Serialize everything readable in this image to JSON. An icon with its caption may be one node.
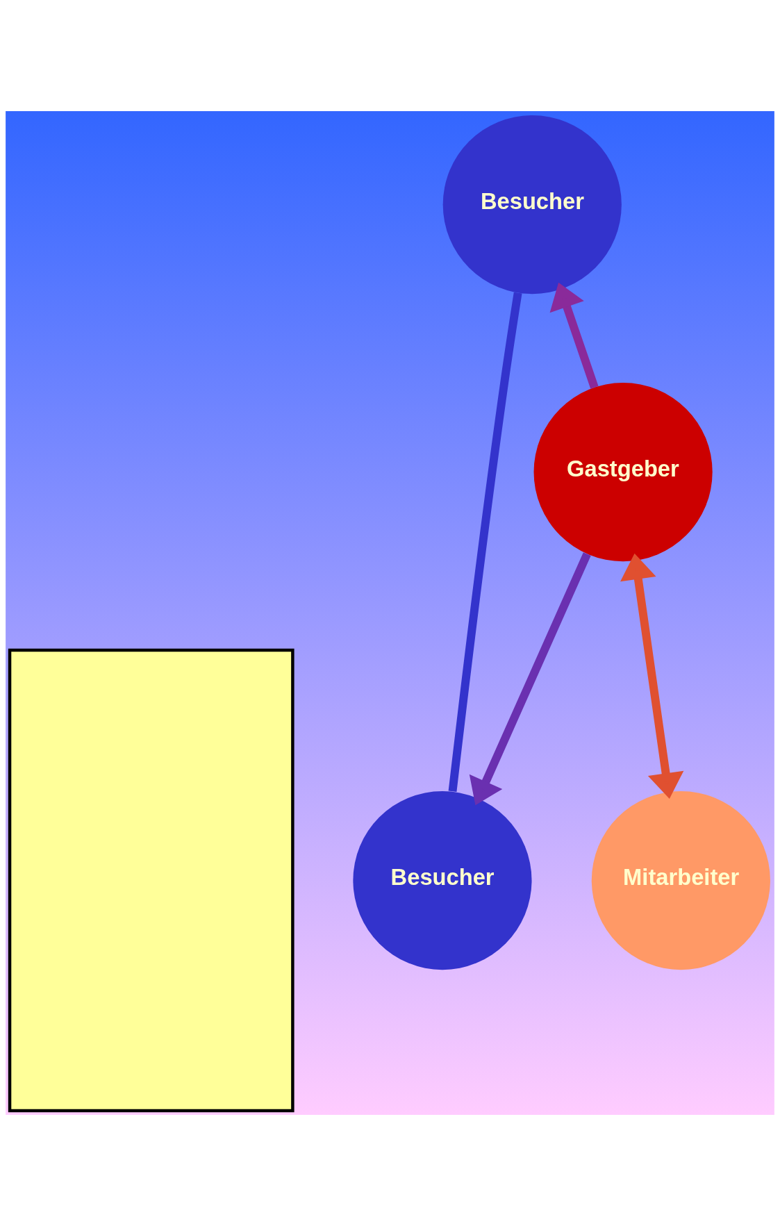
{
  "diagram": {
    "nodes": [
      {
        "text": [],
        "shape": "box"
      },
      {
        "text": [
          "Besucher"
        ]
      },
      {
        "text": [
          "Mitarbeiter"
        ]
      },
      {
        "text": [
          "Besucher"
        ]
      },
      {
        "text": [
          "Gastgeber"
        ]
      }
    ],
    "edges": [
      {
        "from": 2,
        "to": 4,
        "arrow": "both",
        "color": "#e05030"
      },
      {
        "from": 4,
        "to": 1,
        "arrow": "to",
        "color": "#8a2a9a"
      },
      {
        "from": 4,
        "to": 3,
        "arrow": "to",
        "color": "#6a30b0"
      },
      {
        "from": 1,
        "to": 3,
        "arrow": "none",
        "color": "#3333cc"
      }
    ]
  }
}
